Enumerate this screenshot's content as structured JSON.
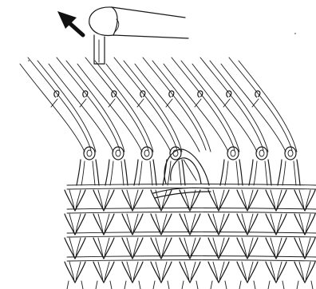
{
  "figure": {
    "description_text": "",
    "colors": {
      "ink": "#1a1a1a",
      "paper": "#ffffff",
      "arrow": "#111111"
    },
    "icons": [
      "finger-icon",
      "arrow-up-left-icon"
    ],
    "needle_count": 8,
    "highlighted_needle": 4,
    "knit_rows": 4
  }
}
